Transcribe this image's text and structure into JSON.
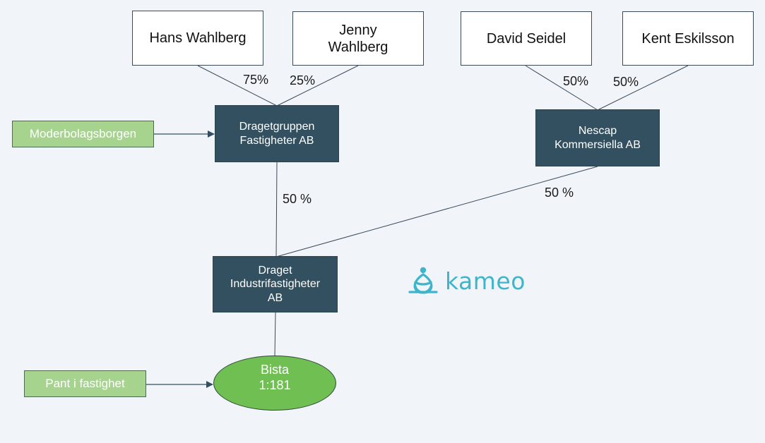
{
  "owners": {
    "hans": "Hans Wahlberg",
    "jenny": "Jenny\nWahlberg",
    "david": "David Seidel",
    "kent": "Kent Eskilsson"
  },
  "companies": {
    "dragetgruppen": "Dragetgruppen\nFastigheter AB",
    "nescap": "Nescap\nKommersiella AB",
    "draget_industri": "Draget\nIndustrifastigheter\nAB"
  },
  "property": "Bista\n1:181",
  "securities": {
    "parent_guarantee": "Moderbolagsborgen",
    "mortgage": "Pant i fastighet"
  },
  "ownership": {
    "hans_pct": "75%",
    "jenny_pct": "25%",
    "david_pct": "50%",
    "kent_pct": "50%",
    "dragetgruppen_pct": "50 %",
    "nescap_pct": "50 %"
  },
  "logo": {
    "text": "kameo",
    "icon": "kameo-knot-icon",
    "color": "#3fb5cc"
  },
  "colors": {
    "company_fill": "#32505f",
    "security_fill": "#a6d48e",
    "property_fill": "#70bf53"
  }
}
